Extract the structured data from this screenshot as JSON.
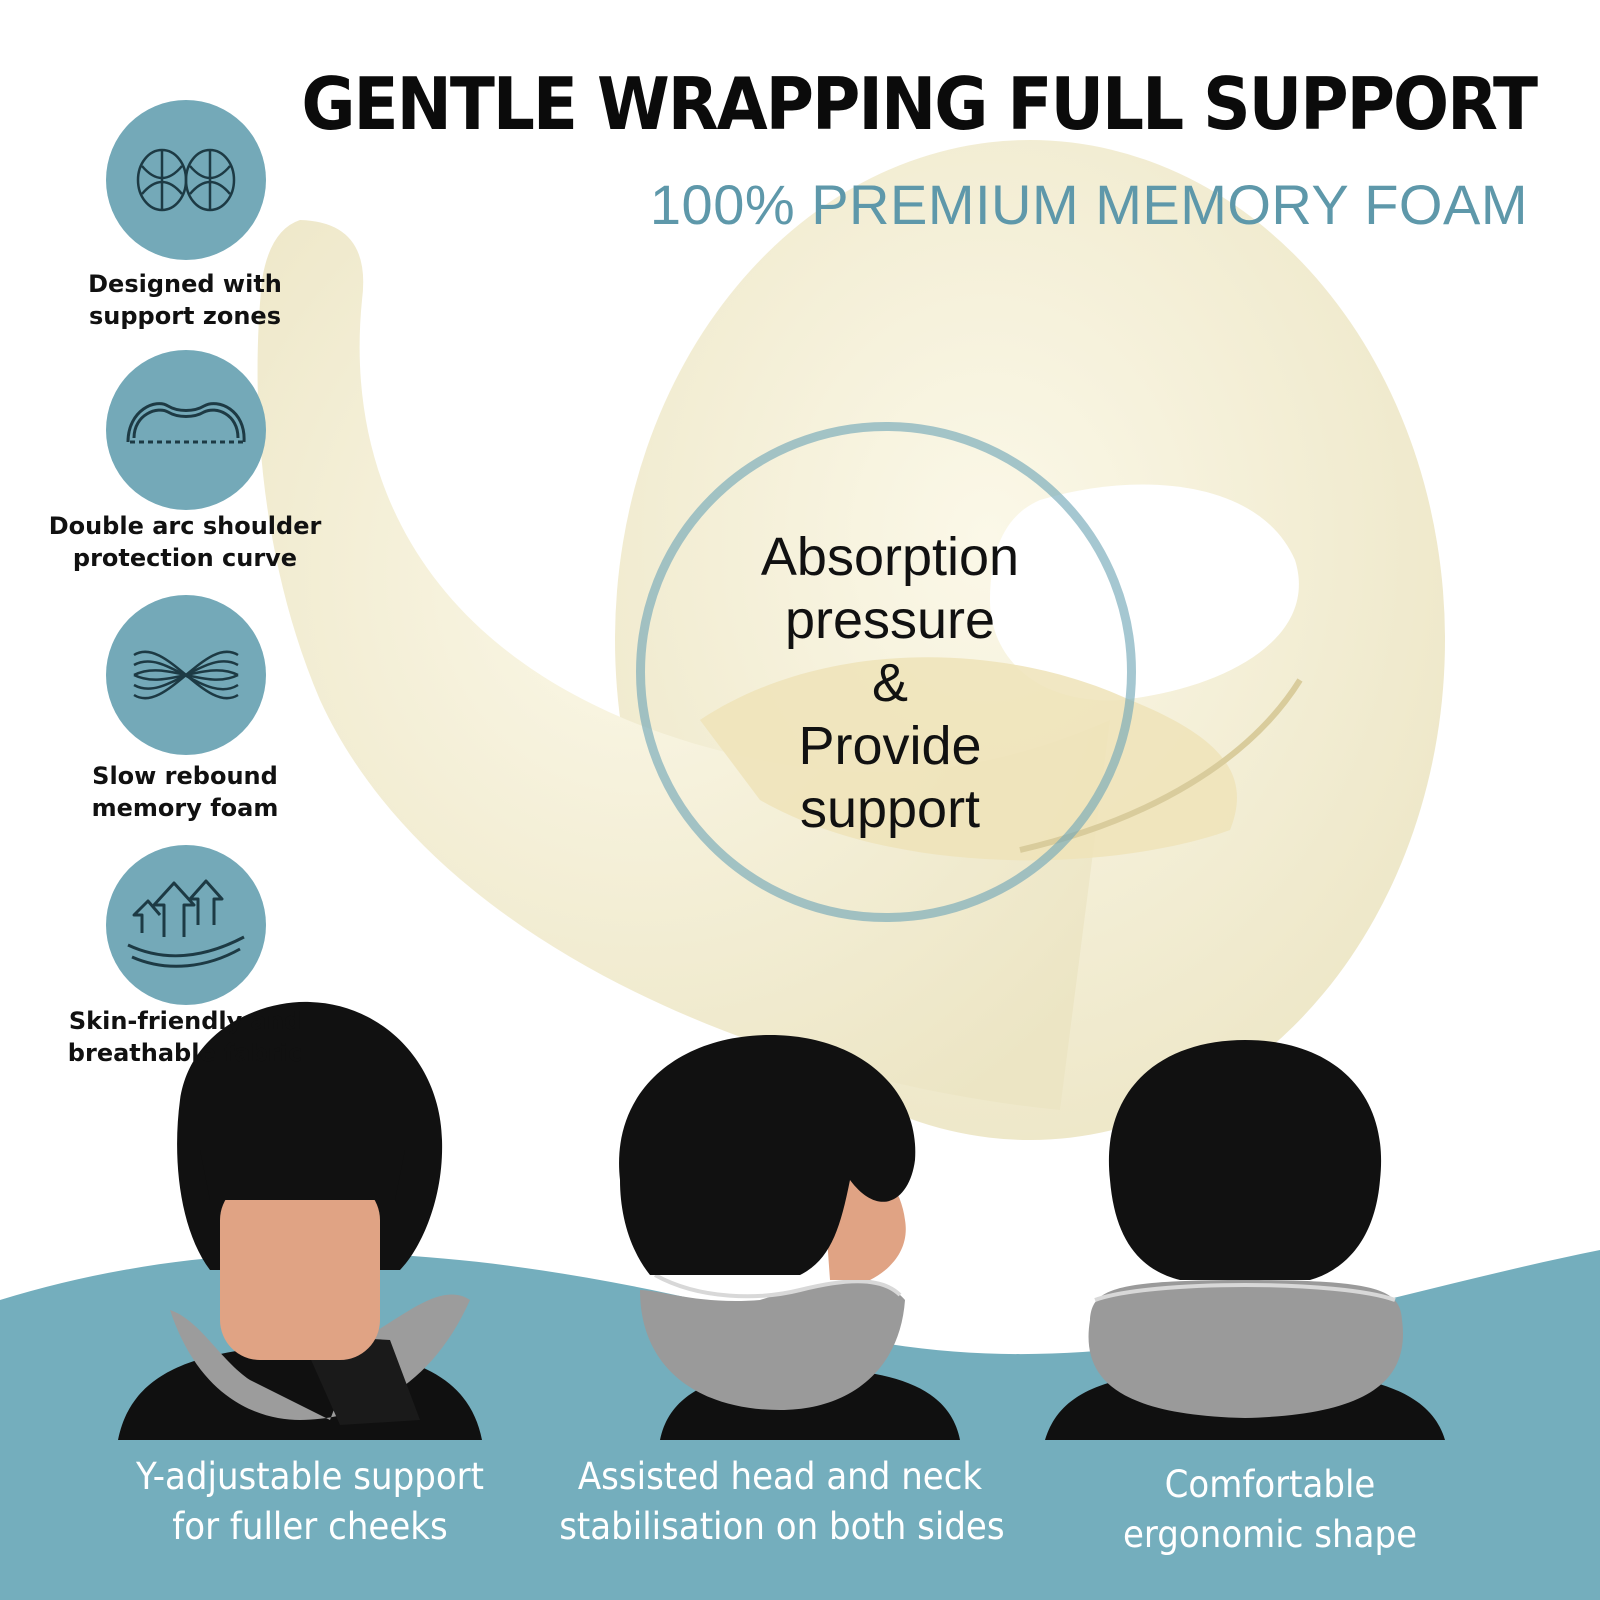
{
  "headline": "GENTLE WRAPPING FULL SUPPORT",
  "subheadline": "100% PREMIUM MEMORY FOAM",
  "colors": {
    "accent": "#74a9b8",
    "wave": "#74aebd",
    "foam": "#f7f3dc",
    "fabric": "#9a9a9a",
    "skin": "#e0a384",
    "hair": "#111111"
  },
  "features": [
    {
      "icon": "support-zones-icon",
      "line1": "Designed with",
      "line2": "support zones"
    },
    {
      "icon": "double-arc-icon",
      "line1": "Double arc shoulder",
      "line2": "protection curve"
    },
    {
      "icon": "rebound-waves-icon",
      "line1": "Slow rebound",
      "line2": "memory foam"
    },
    {
      "icon": "breathable-arrows-icon",
      "line1": "Skin-friendly and",
      "line2": "breathable fabric"
    }
  ],
  "pressure_callout": {
    "line1": "Absorption",
    "line2": "pressure",
    "line3": "&",
    "line4": "Provide",
    "line5": "support"
  },
  "views": [
    {
      "line1": "Y-adjustable support",
      "line2": "for fuller cheeks"
    },
    {
      "line1": "Assisted head and neck",
      "line2": "stabilisation on both sides"
    },
    {
      "line1": "Comfortable",
      "line2": "ergonomic shape"
    }
  ]
}
